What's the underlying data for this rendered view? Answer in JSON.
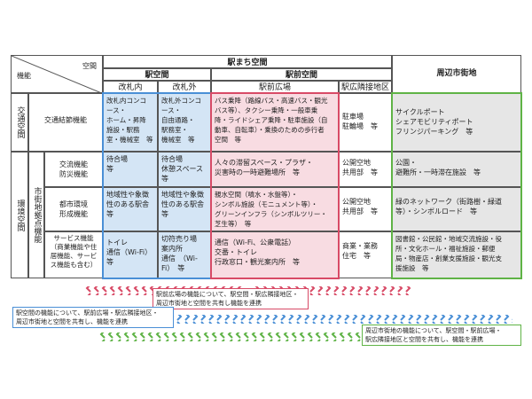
{
  "table": {
    "header": {
      "space_label": "空間",
      "function_label": "機能",
      "station_town_space": "駅まち空間",
      "station_space": "駅空間",
      "inside_gate": "改札内",
      "outside_gate": "改札外",
      "station_front_space": "駅前空間",
      "station_plaza": "駅前広場",
      "adjacent_area": "駅広隣接地区",
      "surrounding": "周辺市街地"
    },
    "rows": {
      "traffic_space": "交通空間",
      "traffic_node": "交通結節機能",
      "env_space": "環境空間",
      "urban_base": "市街地拠点機能",
      "exchange": "交流機能\n防災機能",
      "urban_env": "都市環境\n形成機能",
      "service": "サービス機能\n（商業機能や住\n居機能、サービ\nス機能も含む）"
    },
    "cells": {
      "traffic_inside": "改札内コンコ\nース・\nホーム・昇降\n施設・駅務\n室・機械室　等",
      "traffic_outside": "改札外コンコ\nース・\n自由通路・\n駅務室・\n機械室　等",
      "traffic_plaza": "バス乗降（路線バス・高速バス・観光\nバス等）、タクシー乗降・一般車乗\n降・ライドシェア乗降・駐車施設（自\n動車、自転車）・乗換のための歩行者\n空間　等",
      "traffic_adjacent": "駐車場\n駐輪場　等",
      "traffic_surrounding": "サイクルポート\nシェアモビリティポート\nフリンジパーキング　等",
      "exchange_inside": "待合場\n等",
      "exchange_outside": "待合場\n休憩スペース\n等",
      "exchange_plaza": "人々の滞留スペース・プラザ・\n災害時の一時避難場所　等",
      "exchange_adjacent": "公開空地\n共用部　等",
      "exchange_surrounding": "公園・\n避難所・一時滞在施設　等",
      "urban_inside": "地域性や象徴\n性のある駅舎\n等",
      "urban_outside": "地域性や象徴\n性のある駅舎\n等",
      "urban_plaza": "親水空間（噴水・水盤等）・\nシンボル施設（モニュメント等）・\nグリーンインフラ（シンボルツリー・\n芝生等）　等",
      "urban_adjacent": "公開空地\n共用部　等",
      "urban_surrounding": "緑のネットワーク（街路樹・緑道\n等）・シンボルロード　等",
      "service_inside": "トイレ\n通信（Wi-Fi）\n等",
      "service_outside": "切符売り場\n案内所\n通信　（Wi-\nFi）　等",
      "service_plaza": "通信（Wi-Fi、公衆電話）\n交番・トイレ\n行政窓口・観光案内所　等",
      "service_adjacent": "商業・業務\n住宅　等",
      "service_surrounding": "図書館・公民館・地域交流施設・役\n所・文化ホール・福祉施設・郵便\n局・物産店・創業支援施設・観光支\n援施設　等"
    }
  },
  "notes": {
    "plaza_note": "駅前広場の機能について、駅空間・駅広隣接地区・\n周辺市街地と空間を共有し機能を連携",
    "station_note": "駅空間の機能について、駅前広場・駅広隣接地区・\n周辺市街地と空間を共有し、機能を連携",
    "surrounding_note": "周辺市街地の機能について、駅空間・駅前広場・\n駅広隣接地区と空間を共有し、機能を連携"
  },
  "colors": {
    "station_space": "#d4e5f5",
    "station_plaza": "#f8dce2",
    "surrounding": "#e6e6e6",
    "blue_border": "#4a8fd6",
    "red_border": "#d84a66",
    "green_border": "#5fb346"
  }
}
